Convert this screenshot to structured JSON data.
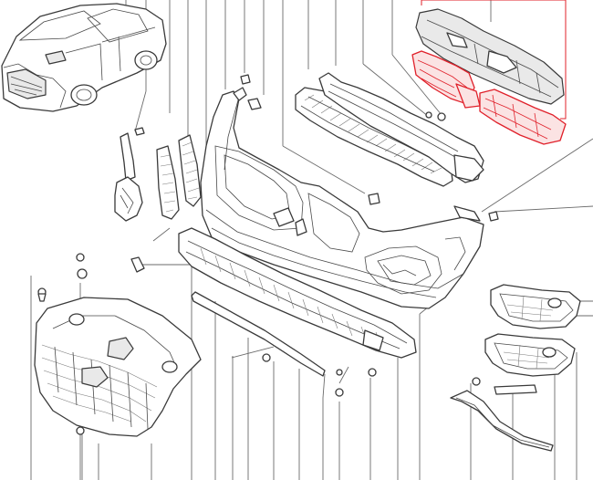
{
  "diagram": {
    "highlight_color": "#e0202a",
    "line_color": "#3a3a3a",
    "leader_color": "#6b6b6b"
  },
  "parts": [
    {
      "id": "vehicle-overview",
      "icon": "car-icon"
    },
    {
      "id": "bumper-cover"
    },
    {
      "id": "lower-grille"
    },
    {
      "id": "upper-absorber"
    },
    {
      "id": "impact-absorber"
    },
    {
      "id": "radiator-grille"
    },
    {
      "id": "lower-spoiler"
    },
    {
      "id": "fog-lamp-bezel-upper"
    },
    {
      "id": "fog-lamp-bezel-lower"
    },
    {
      "id": "chrome-trim-strip"
    },
    {
      "id": "left-trim-vertical"
    },
    {
      "id": "left-trim-clips"
    },
    {
      "id": "fasteners"
    }
  ]
}
